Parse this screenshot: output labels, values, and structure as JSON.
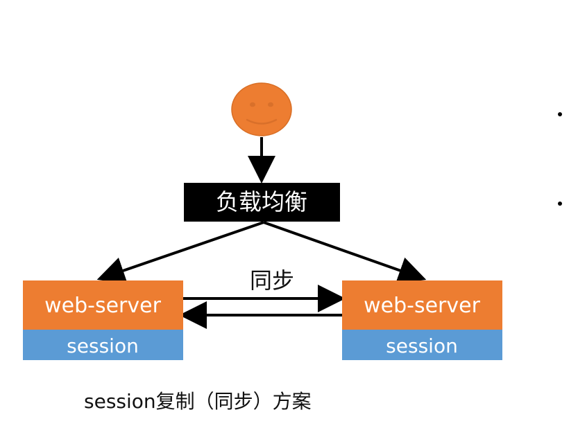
{
  "diagram": {
    "load_balancer": {
      "label": "负载均衡"
    },
    "servers": [
      {
        "web_label": "web-server",
        "session_label": "session"
      },
      {
        "web_label": "web-server",
        "session_label": "session"
      }
    ],
    "sync_label": "同步",
    "caption": "session复制（同步）方案",
    "colors": {
      "web_server": "#ED7D31",
      "session": "#5B9BD5",
      "load_balancer_bg": "#000000",
      "load_balancer_text": "#ffffff",
      "user_face": "#ED7D31",
      "arrows": "#000000"
    },
    "icons": {
      "user": "smiley-face-icon"
    }
  }
}
